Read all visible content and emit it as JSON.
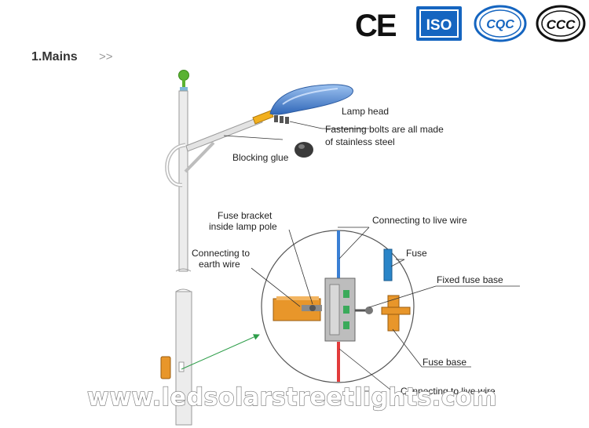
{
  "header": {
    "title": "1.Mains",
    "arrows": ">>"
  },
  "certifications": {
    "ce": "CE",
    "iso": "ISO",
    "cqc": "CQC",
    "ccc": "CCC"
  },
  "labels": {
    "lamp_head": "Lamp head",
    "fastening_line1": "Fastening bolts are all made",
    "fastening_line2": "of stainless steel",
    "blocking_glue": "Blocking glue",
    "fuse_bracket_line1": "Fuse bracket",
    "fuse_bracket_line2": "inside lamp pole",
    "live_wire_top": "Connecting to live wire",
    "earth_line1": "Connecting to",
    "earth_line2": "earth wire",
    "fuse": "Fuse",
    "fixed_fuse_base": "Fixed fuse  base",
    "fuse_base": "Fuse base",
    "live_wire_bottom": "Connecting to live wire"
  },
  "watermark": "www.ledsolarstreetlights.com",
  "colors": {
    "lamp_blue": "#5b8fd6",
    "arm_yellow": "#f2b01e",
    "orange": "#e8962a",
    "wire_blue": "#3a7fd4",
    "wire_red": "#e23b3b",
    "leader_green": "#2e9e4a",
    "ball_green": "#5ab232"
  }
}
